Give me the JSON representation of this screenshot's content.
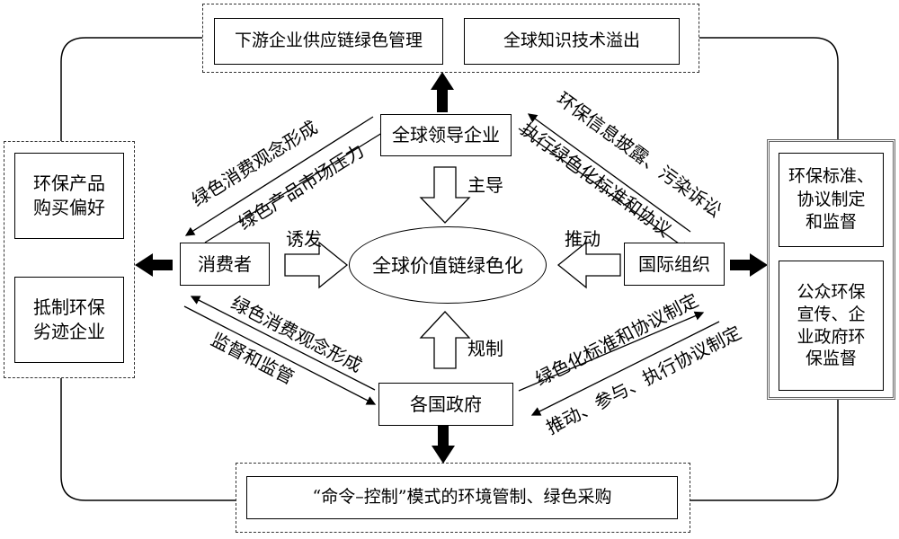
{
  "center": "全球价值链绿色化",
  "nodes": {
    "global_lead": "全球领导企业",
    "consumer": "消费者",
    "international_org": "国际组织",
    "government": "各国政府"
  },
  "top_effects": [
    "下游企业供应链绿色管理",
    "全球知识技术溢出"
  ],
  "left_effects": [
    "环保产品\n购买偏好",
    "抵制环保\n劣迹企业"
  ],
  "right_effects": [
    "环保标准、\n协议制定\n和监督",
    "公众环保\n宣传、企\n业政府环\n保监督"
  ],
  "bottom_effect": "“命令–控制”模式的环境管制、绿色采购",
  "edge_labels": {
    "lead": "主导",
    "induce": "诱发",
    "promote": "推动",
    "regulate": "规制",
    "lead_consumer_upper": "绿色消费观念形成",
    "lead_consumer_lower": "绿色产品市场压力",
    "lead_org_upper": "环保信息披露、污染诉讼",
    "lead_org_lower": "执行绿色化标准和协议",
    "gov_consumer_upper": "绿色消费观念形成",
    "gov_consumer_lower": "监督和监管",
    "gov_org_upper": "绿色化标准和协议制定",
    "gov_org_lower": "推动、参与、执行协议制定"
  }
}
